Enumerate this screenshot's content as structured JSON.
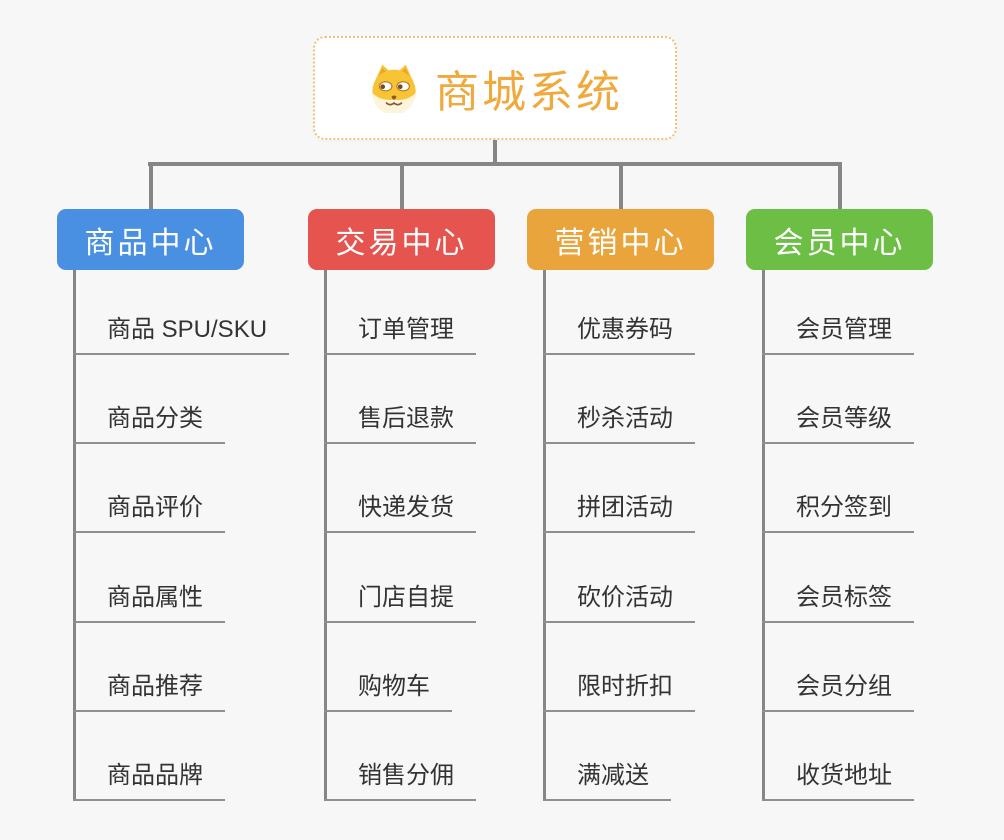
{
  "root": {
    "title": "商城系统",
    "icon": "shiba-dog-icon",
    "title_color": "#EFA93D",
    "border_color": "#F2C176"
  },
  "connector_color": "#868686",
  "underline_color": "#8F8F8F",
  "branches": [
    {
      "label": "商品中心",
      "color": "#4A90E2",
      "items": [
        "商品 SPU/SKU",
        "商品分类",
        "商品评价",
        "商品属性",
        "商品推荐",
        "商品品牌"
      ]
    },
    {
      "label": "交易中心",
      "color": "#E5544F",
      "items": [
        "订单管理",
        "售后退款",
        "快递发货",
        "门店自提",
        "购物车",
        "销售分佣"
      ]
    },
    {
      "label": "营销中心",
      "color": "#E9A43B",
      "items": [
        "优惠券码",
        "秒杀活动",
        "拼团活动",
        "砍价活动",
        "限时折扣",
        "满减送"
      ]
    },
    {
      "label": "会员中心",
      "color": "#6CBE45",
      "items": [
        "会员管理",
        "会员等级",
        "积分签到",
        "会员标签",
        "会员分组",
        "收货地址"
      ]
    }
  ]
}
